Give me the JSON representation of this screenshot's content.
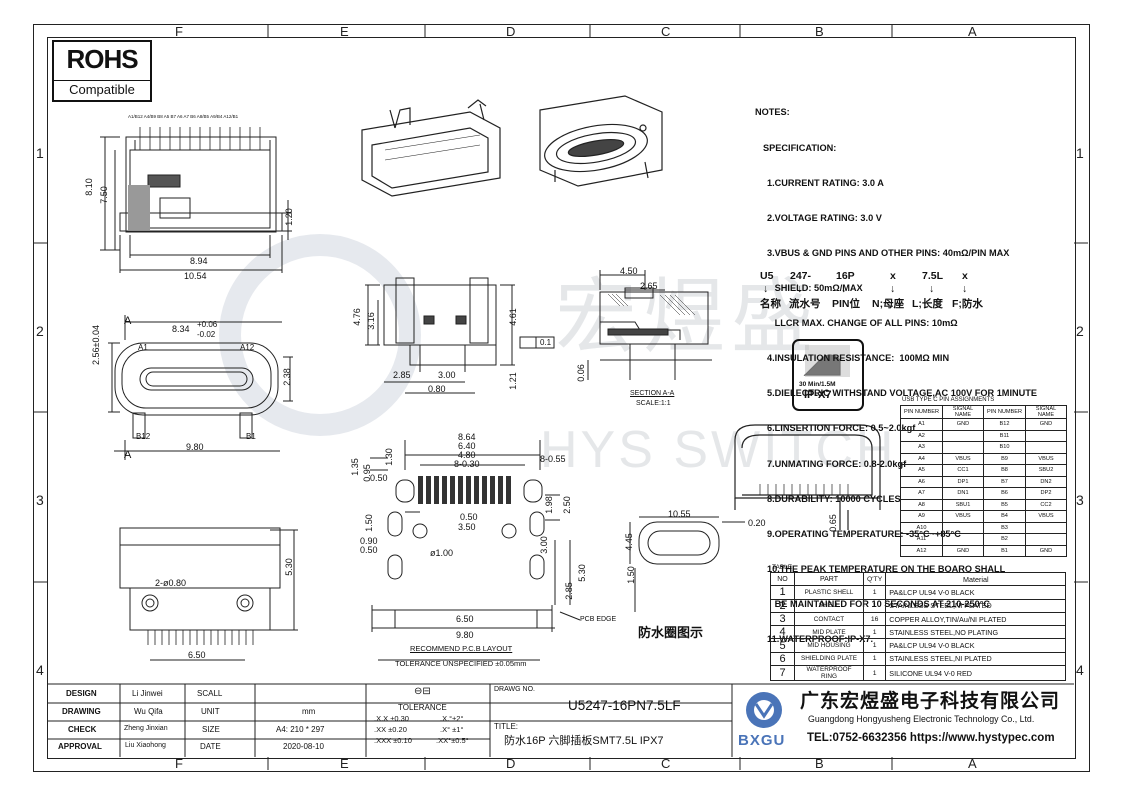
{
  "rohs": {
    "big": "ROHS",
    "small": "Compatible"
  },
  "zones": {
    "top": [
      "F",
      "E",
      "D",
      "C",
      "B",
      "A"
    ],
    "bottom": [
      "F",
      "E",
      "D",
      "C",
      "B",
      "A"
    ],
    "left": [
      "1",
      "2",
      "3",
      "4"
    ],
    "right": [
      "1",
      "2",
      "3",
      "4"
    ]
  },
  "notes": {
    "heading": "NOTES:",
    "spec_heading": "SPECIFICATION:",
    "lines": [
      "1.CURRENT RATING: 3.0 A",
      "2.VOLTAGE RATING: 3.0 V",
      "3.VBUS & GND PINS AND OTHER PINS: 40mΩ/PIN MAX",
      "   SHIELD: 50mΩ/MAX",
      "   LLCR MAX. CHANGE OF ALL PINS: 10mΩ",
      "4.INSULATION RESISTANCE:  100MΩ MIN",
      "5.DIELECTRIC WITHSTAND VOLTAGE,AC 100V FOR 1MINUTE",
      "6.LINSERTION FORCE: 0.5~2.0kgf",
      "7.UNMATING FORCE: 0.8-2.0kgf",
      "8.DURABILITY: 10000 CYCLES",
      "9.OPERATING TEMPERATURE: -35°C~+85°C",
      "10.THE PEAK TEMPERATURE ON THE BOARO SHALL",
      "   BE MAINTAINED FOR 10 SECONDS AT 210-250°C",
      "11.WATERPROOF:IP-X7."
    ]
  },
  "part_code": {
    "segments": [
      "U5",
      "247-",
      "16P",
      "x",
      "7.5L",
      "x"
    ],
    "meanings": [
      "名称",
      "流水号",
      "PIN位",
      "N;母座",
      "L;长度",
      "F;防水"
    ],
    "arrow": "↓"
  },
  "ipx_badge": {
    "depth": "30 Min/1.5M",
    "rating": "IP-X7"
  },
  "section_label": {
    "title": "SECTION A-A",
    "scale": "SCALE:1:1"
  },
  "pcb_layout": {
    "title": "RECOMMEND  P.C.B  LAYOUT",
    "tolerance": "TOLERANCE  UNSPECIFIED  ±0.05mm",
    "edge": "PCB EDGE"
  },
  "gasket_label": "防水圈图示",
  "watermark": {
    "cn": "宏煜盛",
    "en": "HYS SWITCH"
  },
  "pin_assignments": {
    "title": "USB TYPE C PIN ASSIGNMENTS",
    "headers": [
      "PIN NUMBER",
      "SIGNAL NAME",
      "PIN NUMBER",
      "SIGNAL NAME"
    ],
    "rows": [
      [
        "A1",
        "GND",
        "B12",
        "GND"
      ],
      [
        "A2",
        "",
        "B11",
        ""
      ],
      [
        "A3",
        "",
        "B10",
        ""
      ],
      [
        "A4",
        "VBUS",
        "B9",
        "VBUS"
      ],
      [
        "A5",
        "CC1",
        "B8",
        "SBU2"
      ],
      [
        "A6",
        "DP1",
        "B7",
        "DN2"
      ],
      [
        "A7",
        "DN1",
        "B6",
        "DP2"
      ],
      [
        "A8",
        "SBU1",
        "B5",
        "CC2"
      ],
      [
        "A9",
        "VBUS",
        "B4",
        "VBUS"
      ],
      [
        "A10",
        "",
        "B3",
        ""
      ],
      [
        "A11",
        "",
        "B2",
        ""
      ],
      [
        "A12",
        "GND",
        "B1",
        "GND"
      ]
    ]
  },
  "materials": {
    "title": "TABLE:",
    "headers": [
      "NO",
      "PART",
      "Q'TY",
      "Material"
    ],
    "rows": [
      [
        "1",
        "PLASTIC SHELL",
        "1",
        "PA&LCP  UL94  V-0  BLACK"
      ],
      [
        "2",
        "SHELL",
        "1",
        "STAINLESS  STEEL,NI  PLATED"
      ],
      [
        "3",
        "CONTACT",
        "16",
        "COPPER  ALLOY,TIN/Au/NI  PLATED"
      ],
      [
        "4",
        "MID PLATE",
        "1",
        "STAINLESS  STEEL,NO  PLATING"
      ],
      [
        "5",
        "MID HOUSING",
        "1",
        "PA&LCP  UL94  V-0  BLACK"
      ],
      [
        "6",
        "SHIELDING PLATE",
        "1",
        "STAINLESS  STEEL,NI  PLATED"
      ],
      [
        "7",
        "WATERPROOF RING",
        "1",
        "SILICONE  UL94  V-0  RED"
      ]
    ]
  },
  "title_block": {
    "labels": [
      "DESIGN",
      "DRAWING",
      "CHECK",
      "APPROVAL"
    ],
    "names": [
      "Li Jinwei",
      "Wu Qifa",
      "Zheng Jinxian",
      "Liu Xiaohong"
    ],
    "fields": [
      "SCALL",
      "UNIT",
      "SIZE",
      "DATE"
    ],
    "values": [
      "",
      "mm",
      "A4: 210 * 297",
      "2020-08-10"
    ],
    "tolerance_label": "TOLERANCE",
    "tolerance_left": [
      ".X.X  ±0.30",
      ".XX  ±0.20",
      ".XXX  ±0.10"
    ],
    "tolerance_right": [
      ".X.°±2°",
      ".X° ±1°",
      ".XX°±0.5°"
    ],
    "drawing_no_label": "DRAWG NO.",
    "drawing_no": "U5247-16PN7.5LF",
    "title_label": "TITLE:",
    "title": "防水16P 六脚插板SMT7.5L IPX7",
    "logo_text": "BXGU",
    "company_cn": "广东宏煜盛电子科技有限公司",
    "company_en": "Guangdong Hongyusheng Electronic Technology Co., Ltd.",
    "company_contact": "TEL:0752-6632356  https://www.hystypec.com"
  },
  "dims": {
    "front_top": [
      "A1/B12 A4/B9 B8 A5 B7 A6 A7 B6 A8/B5 A9/B4 A12/B1"
    ],
    "h810": "8.10",
    "h750": "7.50",
    "h120": "1.20",
    "w894": "8.94",
    "w1054": "10.54",
    "w834": "8.34",
    "tol834a": "+0.06",
    "tol834b": "-0.02",
    "h256": "2.56±0.04",
    "h238": "2.38",
    "w980": "9.80",
    "A": "A",
    "A1": "A1",
    "A12": "A12",
    "B12": "B12",
    "B1": "B1",
    "h476": "4.76",
    "h316": "3.16",
    "h461": "4.61",
    "h121": "1.21",
    "w285": "2.85",
    "w300": "3.00",
    "w080": "0.80",
    "flat": "0.1",
    "w450": "4.50",
    "w265": "2.65",
    "h006": "0.06",
    "w864": "8.64",
    "w640": "6.40",
    "w480": "4.80",
    "w830": "8-0.30",
    "w855": "8-0.55",
    "h135": "1.35",
    "h095": "0.95",
    "h130": "1.30",
    "w050": "0.50",
    "w050b": "0.50",
    "w350": "3.50",
    "h198": "1.98",
    "h250": "2.50",
    "h150": "1.50",
    "w090": "0.90",
    "w050c": "0.50",
    "dia100": "ø1.00",
    "h300": "3.00",
    "h530": "5.30",
    "h285": "2.85",
    "w650": "6.50",
    "w980b": "9.80",
    "hole": "2-ø0.80",
    "w650b": "6.50",
    "h530b": "5.30",
    "w1055": "10.55",
    "w020": "0.20",
    "h445": "4.45",
    "h150b": "1.50",
    "h065": "0.65"
  }
}
